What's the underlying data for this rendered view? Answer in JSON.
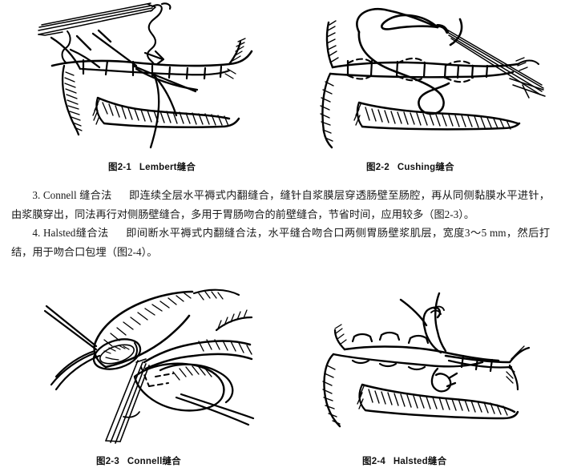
{
  "page": {
    "background_color": "#ffffff",
    "ink_color": "#000000",
    "kind": "textbook-page"
  },
  "figures": [
    {
      "id": "fig-lembert",
      "caption_number": "图2-1",
      "caption_title": "Lembert缝合",
      "alt": "Lembert suture technique line drawing: bowel wall with serosal interrupted sutures, needle holder and needle with thread"
    },
    {
      "id": "fig-cushing",
      "caption_number": "图2-2",
      "caption_title": "Cushing缝合",
      "alt": "Cushing suture technique line drawing: continuous seromuscular sutures shown with dashed buried segments, curved needle held by forceps"
    },
    {
      "id": "fig-connell",
      "caption_number": "图2-3",
      "caption_title": "Connell缝合",
      "alt": "Connell suture technique line drawing: continuous full-thickness horizontal mattress inverting suture at the anastomotic opening"
    },
    {
      "id": "fig-halsted",
      "caption_number": "图2-4",
      "caption_title": "Halsted缝合",
      "alt": "Halsted suture technique line drawing: interrupted horizontal mattress inverting sutures along anastomosis with knot being tied"
    }
  ],
  "paragraphs": [
    {
      "number": "3.",
      "term": "Connell",
      "term_suffix": "缝合法",
      "text": "即连续全层水平褥式内翻缝合，缝针自浆膜层穿透肠壁至肠腔，再从同侧黏膜水平进针，由浆膜穿出，同法再行对侧肠壁缝合，多用于胃肠吻合的前壁缝合，节省时间，应用较多（图2-3）。"
    },
    {
      "number": "4.",
      "term": "Halsted",
      "term_suffix": "缝合法",
      "text": "即间断水平褥式内翻缝合法，水平缝合吻合口两侧胃肠壁浆肌层，宽度3～5 mm，然后打结，用于吻合口包埋（图2-4）。"
    }
  ]
}
